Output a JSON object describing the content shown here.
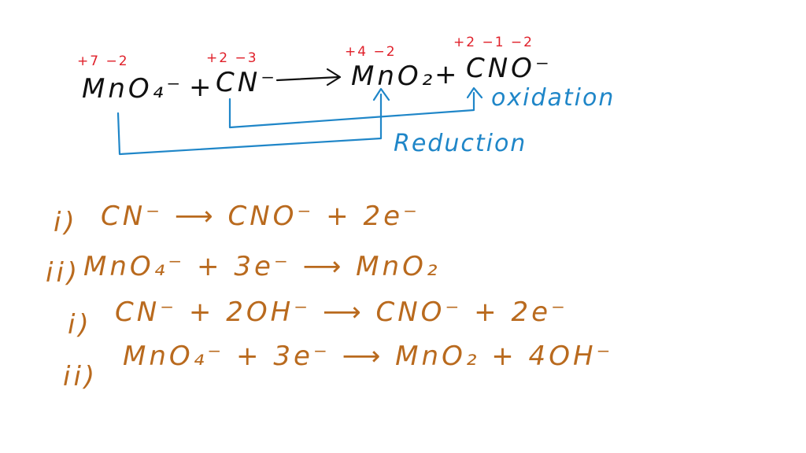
{
  "equation": {
    "reactant1": "MnO₄⁻",
    "plus1": "+",
    "reactant2": "CN⁻",
    "product1": "MnO₂",
    "plus2": "+",
    "product2": "CNO⁻"
  },
  "oxidation_states": {
    "reactant1": "+7 −2",
    "reactant2": "+2 −3",
    "product1": "+4 −2",
    "product2": "+2 −1 −2"
  },
  "labels": {
    "oxidation": "oxidation",
    "reduction": "Reduction"
  },
  "half_reactions": [
    {
      "number": "i)",
      "text": "CN⁻ ⟶ CNO⁻ + 2e⁻"
    },
    {
      "number": "ii)",
      "text": "MnO₄⁻ + 3e⁻ ⟶ MnO₂"
    },
    {
      "number": "i)",
      "text": "CN⁻ + 2OH⁻ ⟶ CNO⁻ + 2e⁻"
    },
    {
      "number": "ii)",
      "text": "MnO₄⁻ + 3e⁻ ⟶ MnO₂ + 4OH⁻"
    }
  ],
  "colors": {
    "main_equation": "#111111",
    "oxidation_states": "#e0202a",
    "arrows_and_labels": "#1f86c8",
    "half_reactions": "#b96a1e"
  }
}
